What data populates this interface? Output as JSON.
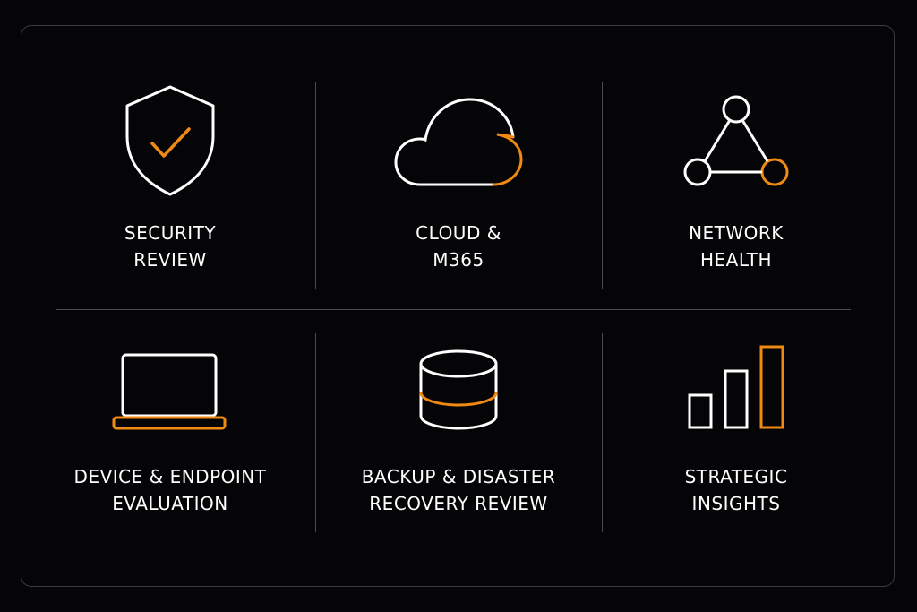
{
  "colors": {
    "background": "#050507",
    "stroke": "#ffffff",
    "accent": "#f08a12",
    "divider": "#4a4a50"
  },
  "tiles": [
    {
      "icon": "shield-check-icon",
      "line1": "SECURITY",
      "line2": "REVIEW"
    },
    {
      "icon": "cloud-icon",
      "line1": "CLOUD &",
      "line2": "M365"
    },
    {
      "icon": "network-triangle-icon",
      "line1": "NETWORK",
      "line2": "HEALTH"
    },
    {
      "icon": "laptop-icon",
      "line1": "DEVICE & ENDPOINT",
      "line2": "EVALUATION"
    },
    {
      "icon": "database-icon",
      "line1": "BACKUP & DISASTER",
      "line2": "RECOVERY REVIEW"
    },
    {
      "icon": "bar-chart-icon",
      "line1": "STRATEGIC",
      "line2": "INSIGHTS"
    }
  ]
}
